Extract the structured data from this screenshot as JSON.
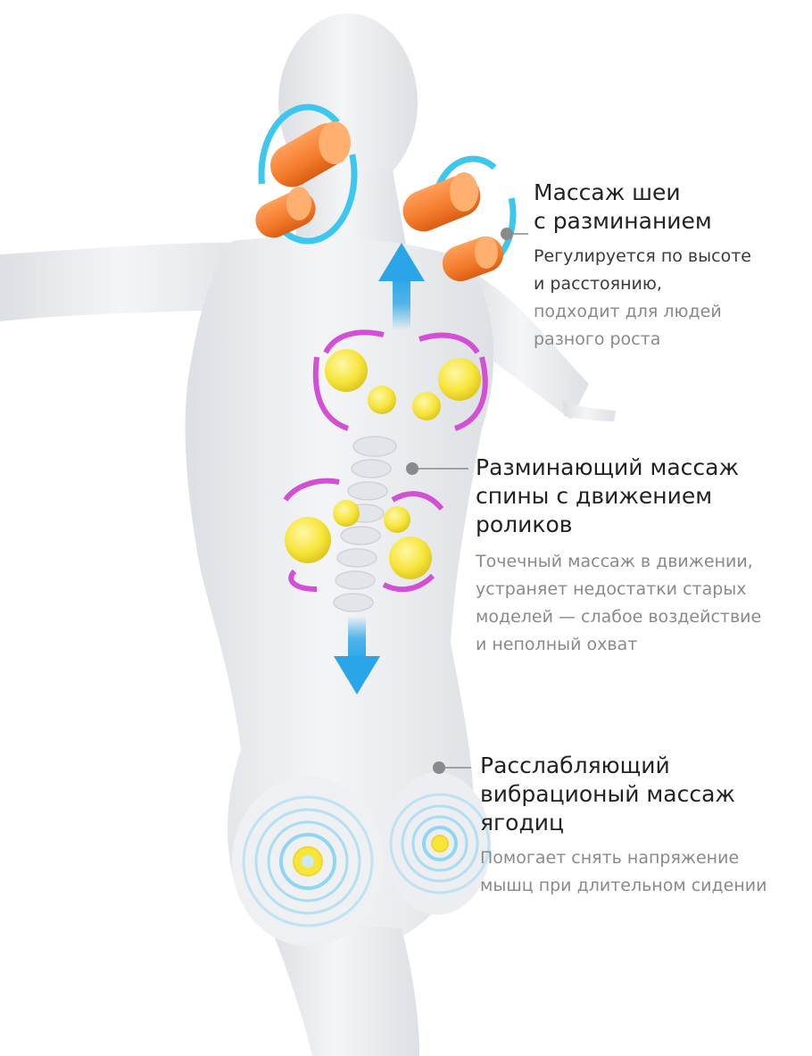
{
  "colors": {
    "body_fill": "#e9ebee",
    "roller_orange": "#f47a2b",
    "roller_yellow": "#f7e53b",
    "rotation_cyan": "#3cc7ee",
    "rotation_magenta": "#d24fd6",
    "direction_arrow_blue": "#2aa6e8",
    "vibration_rings": "#8fd6f2",
    "connector_gray": "#8a8a8a",
    "title_text": "#222222",
    "body_text": "#8a8a8a"
  },
  "icons": [
    "neck-roller-icon",
    "back-roller-icon",
    "vibration-ring-icon",
    "direction-arrow-icon",
    "rotation-arrow-icon"
  ],
  "callouts": {
    "neck": {
      "title": [
        "Массаж шеи",
        "с разминанием"
      ],
      "text": [
        "Регулируется по высоте",
        "и расстоянию,",
        "подходит для людей",
        "разного роста"
      ]
    },
    "back": {
      "title": [
        "Разминающий массаж",
        "спины с движением",
        "роликов"
      ],
      "text": [
        "Точечный массаж в движении,",
        "устраняет недостатки старых",
        "моделей — слабое воздействие",
        "и неполный охват"
      ]
    },
    "glutes": {
      "title": [
        "Расслабляющий",
        "вибрационый массаж",
        "ягодиц"
      ],
      "text": [
        "Помогает снять напряжение",
        "мышц при длительном сидении"
      ]
    }
  }
}
